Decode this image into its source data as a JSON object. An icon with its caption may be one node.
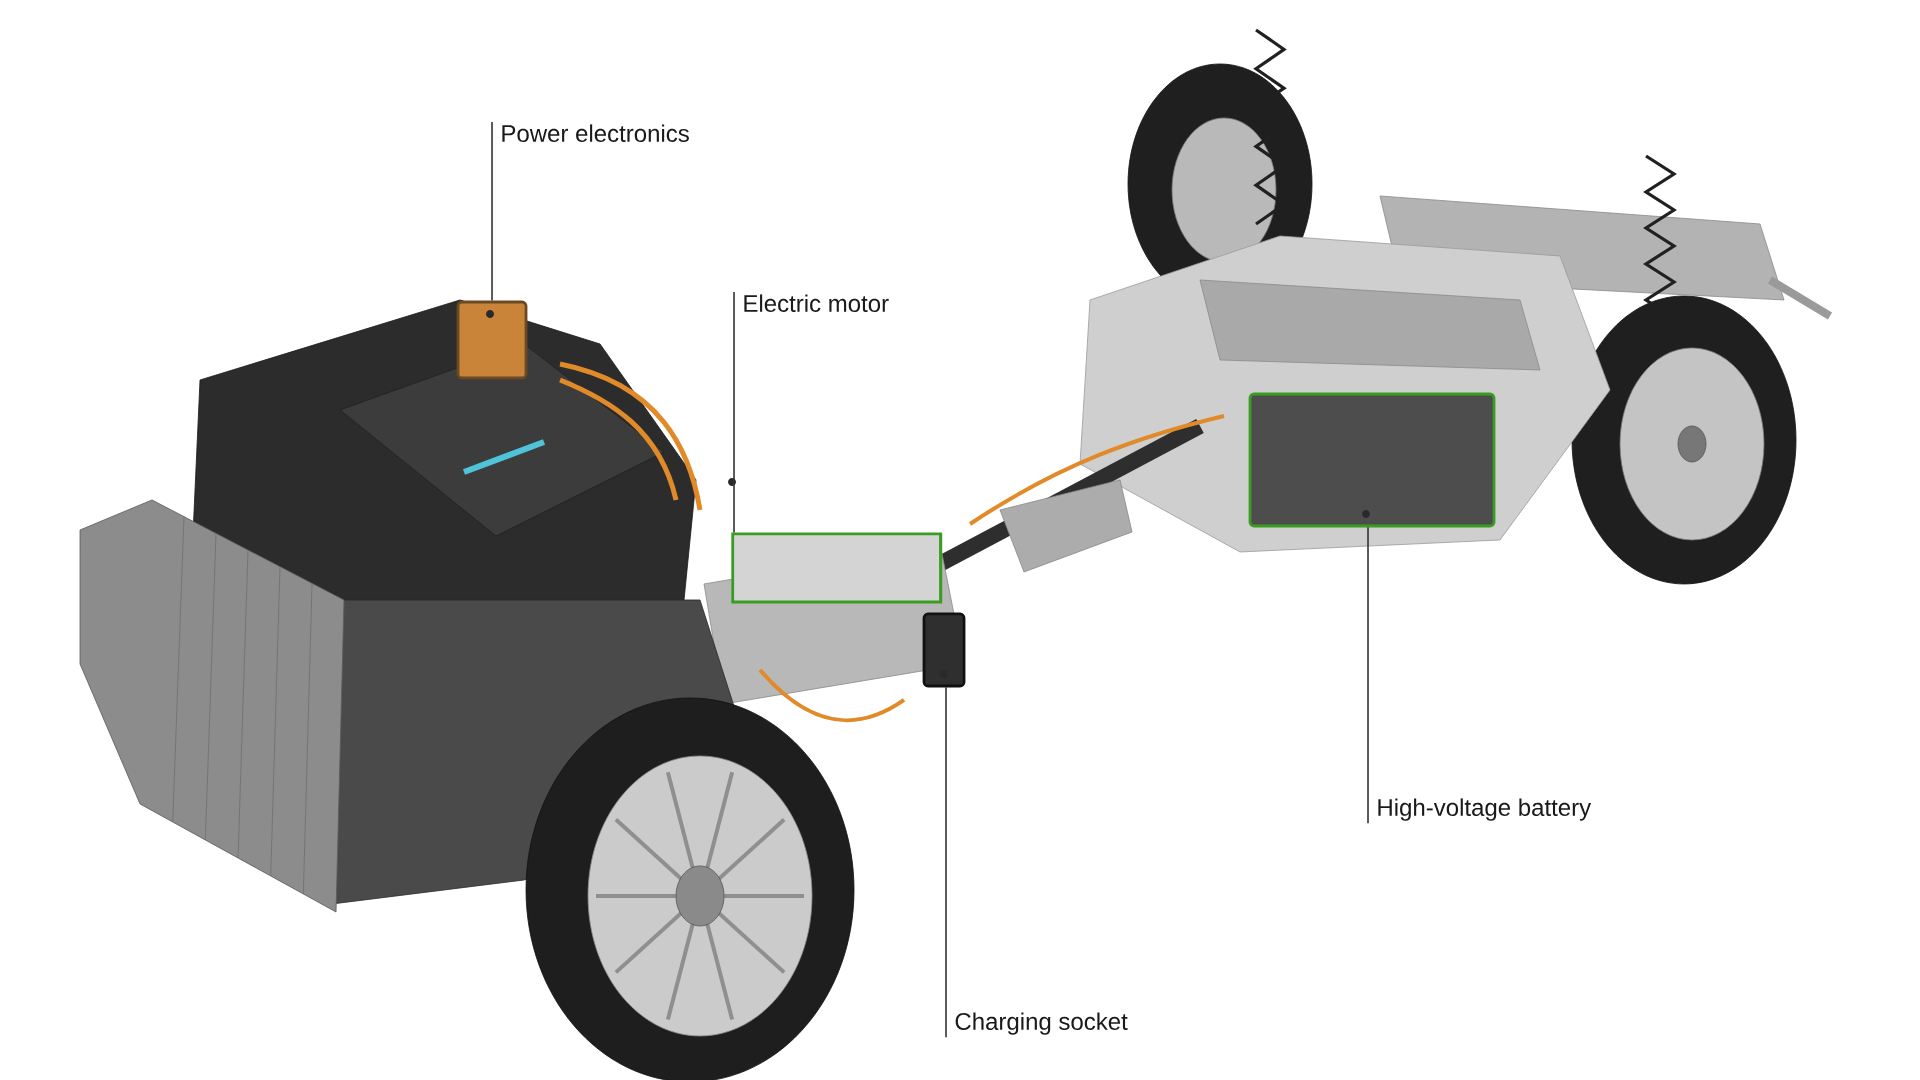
{
  "diagram": {
    "nodes": [
      {
        "text": [
          "Power electronics"
        ]
      },
      {
        "text": [
          "Electric motor"
        ]
      },
      {
        "text": [
          "High-voltage battery"
        ]
      },
      {
        "text": [
          "Charging socket"
        ]
      },
      {
        "text": [],
        "shape": "box"
      },
      {
        "text": [],
        "shape": "cylinder"
      },
      {
        "text": [],
        "shape": "box"
      },
      {
        "text": [],
        "shape": "box"
      }
    ],
    "edges": [
      {
        "from": 0,
        "to": 4,
        "arrow": "none"
      },
      {
        "from": 1,
        "to": 5,
        "arrow": "none"
      },
      {
        "from": 2,
        "to": 6,
        "arrow": "none"
      },
      {
        "from": 3,
        "to": 7,
        "arrow": "none"
      }
    ]
  }
}
